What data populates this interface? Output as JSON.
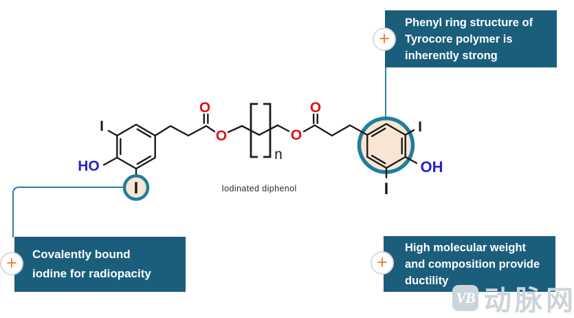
{
  "callouts": {
    "plus_symbol": "+",
    "phenyl": {
      "lines": [
        "Phenyl ring structure of",
        "Tyrocore polymer is",
        "inherently strong"
      ]
    },
    "iodine": {
      "lines": [
        "Covalently bound",
        "iodine for radiopacity"
      ]
    },
    "ductility": {
      "lines": [
        "High molecular weight",
        "and composition provide",
        "ductility"
      ]
    }
  },
  "molecule": {
    "caption": "Iodinated diphenol",
    "atoms": {
      "iodine_left_top": "I",
      "hydroxyl_left": "HO",
      "circled_iodine": "I",
      "carbonyl_oxygen_left": "O",
      "ester_oxygen_left": "O",
      "repeat_unit_subscript": "n",
      "ester_oxygen_right": "O",
      "carbonyl_oxygen_right": "O",
      "iodine_right_top": "I",
      "hydroxyl_right": "OH",
      "iodine_right_bottom": "I"
    }
  },
  "watermark": {
    "logo": "VB",
    "name": "动脉网"
  },
  "colors": {
    "callout_bg": "#1B5E7C",
    "connector_line": "#2B7FA0",
    "highlight_ring": "#1F7E9C",
    "highlight_fill": "#F8E5D2",
    "plus_orange": "#ED7D31",
    "bond_black": "#1A1A1A",
    "oxygen_red": "#DD1414",
    "hydroxyl_blue": "#2222CF",
    "watermark_gray": "#CCD5D9"
  }
}
